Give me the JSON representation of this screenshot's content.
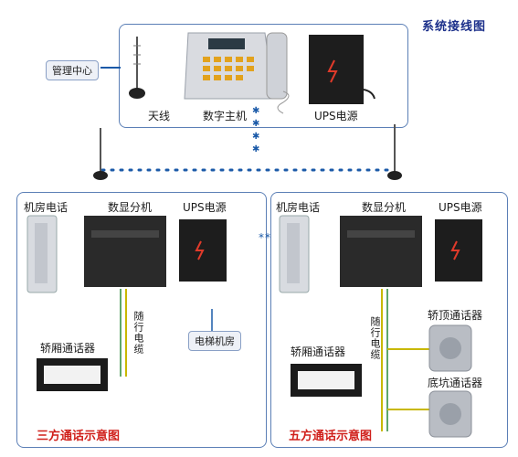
{
  "title": "系统接线图",
  "management_center": "管理中心",
  "top": {
    "antenna": "天线",
    "host": "数字主机",
    "ups": "UPS电源"
  },
  "left_panel": {
    "room_phone": "机房电话",
    "display_ext": "数显分机",
    "ups": "UPS电源",
    "car_phone": "轿厢通话器",
    "cable": "随行电缆",
    "caption": "三方通话示意图"
  },
  "right_panel": {
    "room_phone": "机房电话",
    "display_ext": "数显分机",
    "ups": "UPS电源",
    "car_top": "轿顶通话器",
    "car_bottom": "底坑通话器",
    "car_phone": "轿厢通话器",
    "cable": "随行电缆",
    "caption": "五方通话示意图"
  },
  "elevator_room": "电梯机房",
  "colors": {
    "frame": "#5b7fb6",
    "link": "#1b5aa8",
    "cable": "#c8b800",
    "caption": "#d0201b"
  }
}
